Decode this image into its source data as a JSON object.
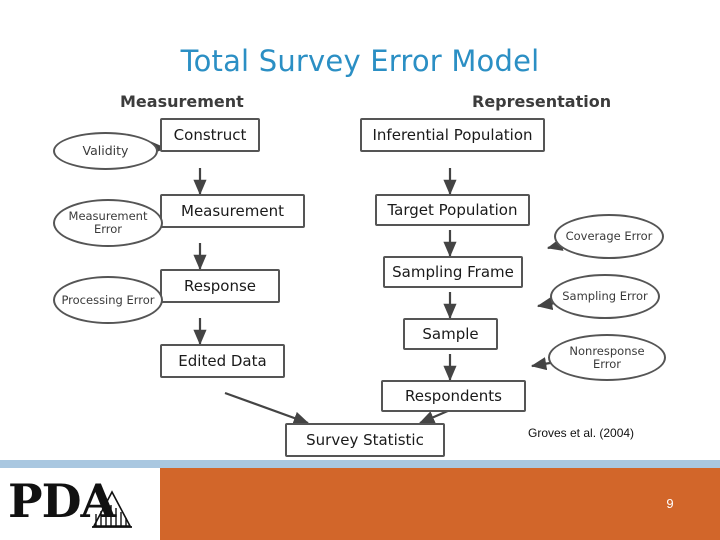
{
  "slide": {
    "title": "Total Survey Error Model",
    "credit": "Groves et al. (2004)",
    "page_number": "9",
    "logo_text": "PDA",
    "accent_title_color": "#2b8fc4",
    "footer_band_color": "#d2662a",
    "footer_rule_color": "#a9c7e0"
  },
  "diagram": {
    "columns": [
      {
        "label": "Measurement"
      },
      {
        "label": "Representation"
      }
    ],
    "measurement_boxes": [
      {
        "label": "Construct"
      },
      {
        "label": "Measurement"
      },
      {
        "label": "Response"
      },
      {
        "label": "Edited Data"
      }
    ],
    "measurement_errors": [
      {
        "label": "Validity"
      },
      {
        "label": "Measurement Error"
      },
      {
        "label": "Processing Error"
      }
    ],
    "representation_boxes": [
      {
        "label": "Inferential Population"
      },
      {
        "label": "Target Population"
      },
      {
        "label": "Sampling Frame"
      },
      {
        "label": "Sample"
      },
      {
        "label": "Respondents"
      }
    ],
    "representation_errors": [
      {
        "label": "Coverage Error"
      },
      {
        "label": "Sampling Error"
      },
      {
        "label": "Nonresponse Error"
      }
    ],
    "result_box": {
      "label": "Survey Statistic"
    }
  }
}
